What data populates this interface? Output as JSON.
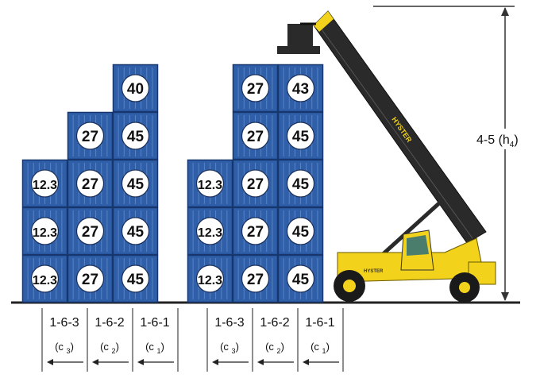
{
  "left_stack": {
    "columns": [
      {
        "position": "1-6-3",
        "code": "(c3)",
        "code_main": "c",
        "code_sub": "3",
        "weights": [
          "12.3",
          "12.3",
          "12.3"
        ]
      },
      {
        "position": "1-6-2",
        "code": "(c2)",
        "code_main": "c",
        "code_sub": "2",
        "weights": [
          "27",
          "27",
          "27",
          "27"
        ]
      },
      {
        "position": "1-6-1",
        "code": "(c1)",
        "code_main": "c",
        "code_sub": "1",
        "weights": [
          "45",
          "45",
          "45",
          "45",
          "40"
        ]
      }
    ]
  },
  "right_stack": {
    "columns": [
      {
        "position": "1-6-3",
        "code": "(c3)",
        "code_main": "c",
        "code_sub": "3",
        "weights": [
          "12.3",
          "12.3",
          "12.3"
        ]
      },
      {
        "position": "1-6-2",
        "code": "(c2)",
        "code_main": "c",
        "code_sub": "2",
        "weights": [
          "27",
          "27",
          "27",
          "27",
          "27"
        ]
      },
      {
        "position": "1-6-1",
        "code": "(c1)",
        "code_main": "c",
        "code_sub": "1",
        "weights": [
          "45",
          "45",
          "45",
          "45",
          "43"
        ]
      }
    ]
  },
  "height_dimension": {
    "label": "4-5 (h",
    "label_sub": "4",
    "label_close": ")"
  },
  "machine": {
    "boom_text": "HYSTER",
    "body_text": "HYSTER"
  },
  "colors": {
    "container": "#2f5fa8",
    "machine": "#f2d21b",
    "boom": "#2a2a2a"
  }
}
